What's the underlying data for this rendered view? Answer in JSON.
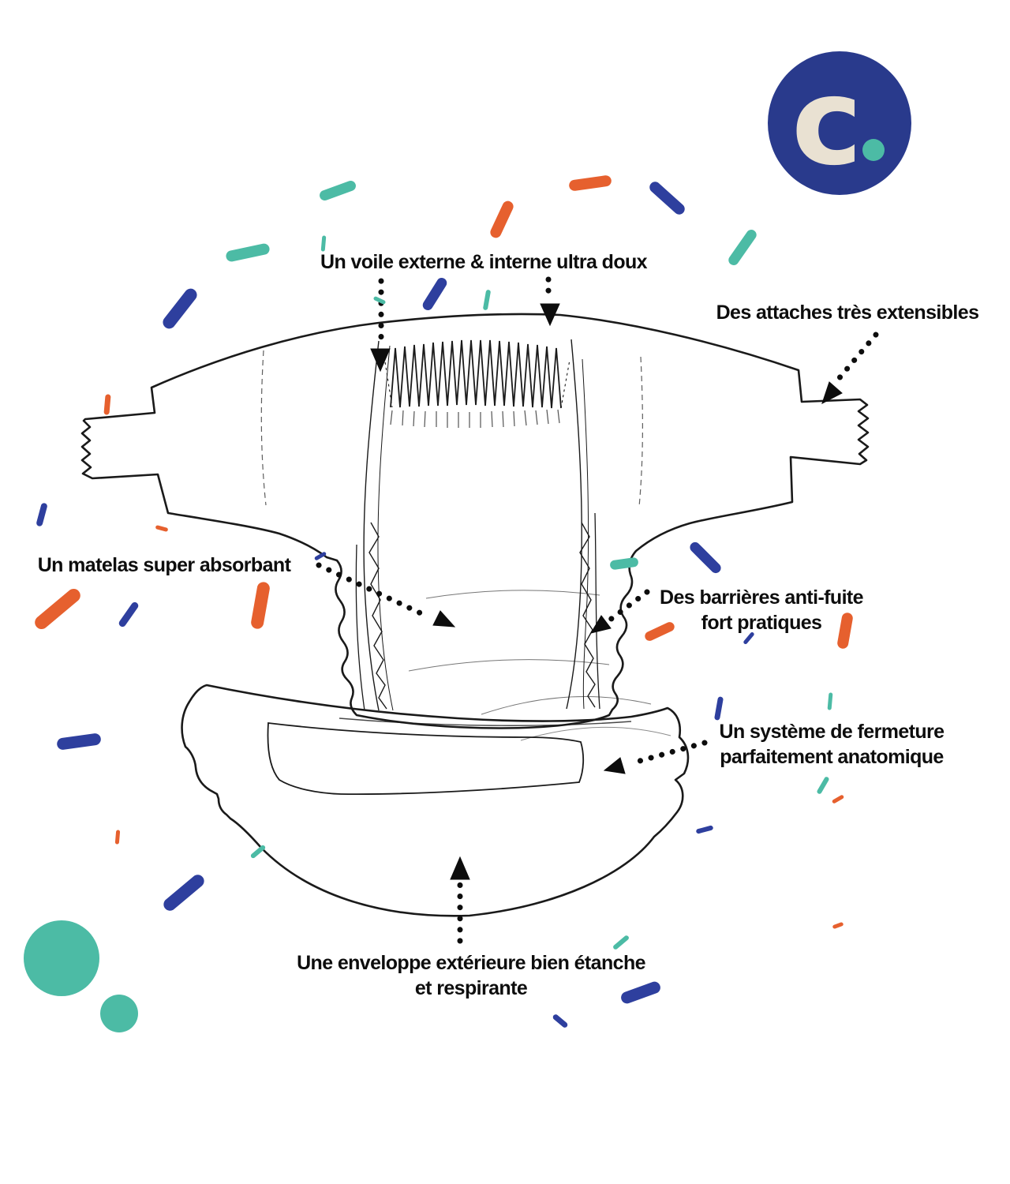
{
  "brand": {
    "logo_letter": "c"
  },
  "colors": {
    "navy_logo": "#293a8c",
    "confetti_blue": "#2e3f9e",
    "confetti_orange": "#e6602e",
    "confetti_teal": "#4cbba5",
    "logo_letter_cream": "#e9e1d2",
    "ink": "#1a1a1a"
  },
  "labels": {
    "voile": "Un voile externe & interne ultra doux",
    "attaches": "Des attaches très extensibles",
    "matelas": "Un matelas super absorbant",
    "barrieres_line1": "Des barrières anti-fuite",
    "barrieres_line2": "fort pratiques",
    "fermeture_line1": "Un système de fermeture",
    "fermeture_line2": "parfaitement anatomique",
    "enveloppe_line1": "Une enveloppe extérieure bien étanche",
    "enveloppe_line2": "et respirante"
  }
}
